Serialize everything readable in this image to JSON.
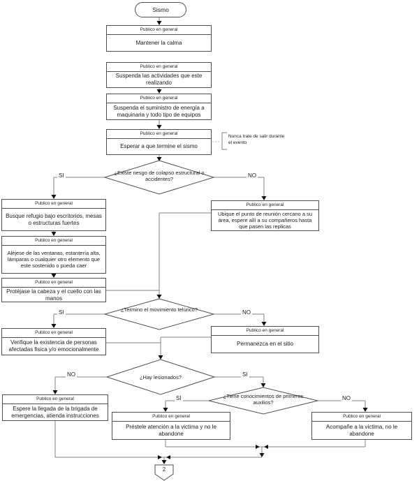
{
  "labels": {
    "header": "Publico en general"
  },
  "start": {
    "label": "Sismo"
  },
  "boxes": {
    "b1": {
      "text": "Mantener la calma"
    },
    "b2": {
      "text": "Suspenda las actividades que este realizando"
    },
    "b3": {
      "text": "Suspenda el suministro de energía a maquinaria y todo tipo de equipos"
    },
    "b4": {
      "text": "Esperar a que termine el sismo"
    },
    "l1": {
      "text": "Busque refugio bajo escritorios, mesas o estructuras fuertes"
    },
    "l2": {
      "text": "Aléjese de las ventanas, estantería alta, lámparas o cualquier otro elemento que este sostenido o pueda caer"
    },
    "l3": {
      "text": "Protéjase la cabeza y el cuello con las manos"
    },
    "r1": {
      "text": "Ubique el punto de reunión cercano a su área, espere allí a su compañeros hasta que pasen las replicas"
    },
    "v1": {
      "text": "Verifique la existencia de personas afectadas fisica y/o emocionalmente"
    },
    "p1": {
      "text": "Permanezca en el sitio"
    },
    "e1": {
      "text": "Espere la llegada de la brigada de emergencias, atienda instrucciones"
    },
    "pr": {
      "text": "Préstele atención a la victima y no le abandone"
    },
    "ac": {
      "text": "Acompañe a la victima, no le abandone"
    }
  },
  "decisions": {
    "d1": {
      "text": "¿Existe riesgo de colapso estructural o accidentes?",
      "yes": "SI",
      "no": "NO"
    },
    "d2": {
      "text": "¿Termino el movimiento telúrico?",
      "yes": "SI",
      "no": "NO"
    },
    "d3": {
      "text": "¿Hay lesionados?",
      "yes": "SI",
      "no": "NO"
    },
    "d4": {
      "text": "¿Tiene conocimientos de primeros auxilios?",
      "yes": "SI",
      "no": "NO"
    }
  },
  "note": {
    "text": "Nunca trate de salir durante el evento"
  },
  "offpage": {
    "label": "2"
  },
  "colors": {
    "line": "#808080",
    "border": "#4f4f4f",
    "text": "#1a1a1a",
    "background": "#ffffff"
  }
}
